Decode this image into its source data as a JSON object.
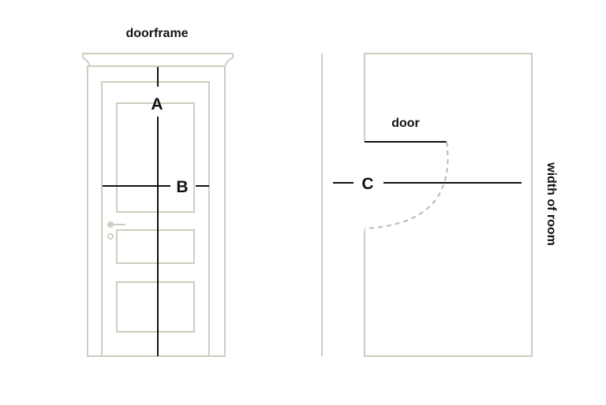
{
  "labels": {
    "doorframe": "doorframe",
    "door": "door",
    "width_of_room": "width of room",
    "a": "A",
    "b": "B",
    "c": "C"
  },
  "colors": {
    "outline": "#cfccbf",
    "measure_line": "#111111",
    "swing_arc": "#b8b8b8",
    "background": "#ffffff"
  }
}
